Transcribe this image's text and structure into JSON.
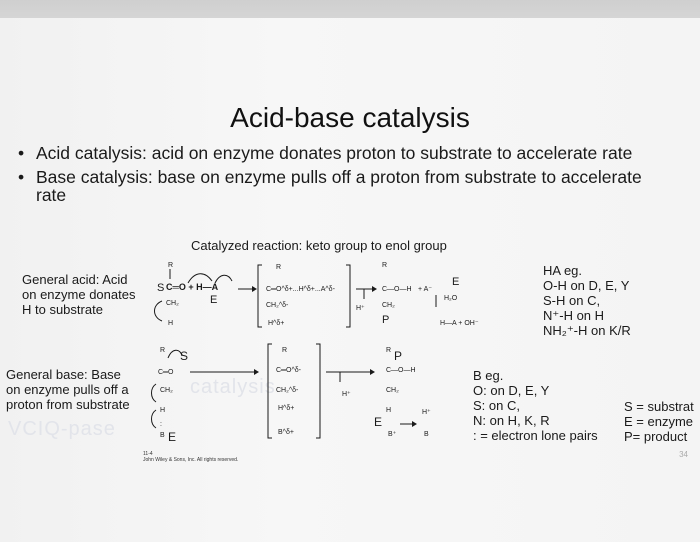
{
  "title": "Acid-base catalysis",
  "bullets": [
    {
      "symbol": "•",
      "text": "Acid catalysis: acid on enzyme donates proton to substrate to accelerate rate"
    },
    {
      "symbol": "•",
      "text": "Base catalysis: base on enzyme pulls off a proton from substrate to accelerate rate"
    }
  ],
  "subtitle": "Catalyzed reaction: keto group to enol group",
  "general_acid": [
    "General acid: Acid",
    "on enzyme donates",
    "H to substrate"
  ],
  "general_base": [
    "General base: Base",
    "on enzyme pulls off a",
    "proton from substrate"
  ],
  "ha_examples": [
    "HA eg.",
    "O-H on D, E, Y",
    "S-H on C,",
    "N⁺-H on H",
    "NH₂⁺-H on K/R"
  ],
  "b_examples": [
    "B eg.",
    "O: on D, E, Y",
    "S: on C,",
    "N: on H, K, R",
    ": = electron lone pairs"
  ],
  "legend": [
    "S = substrat",
    "E = enzyme",
    "P= product"
  ],
  "scheme_labels": {
    "acid_S": "S",
    "acid_E": "E",
    "acid_E2": "E",
    "acid_P": "P",
    "base_S": "S",
    "base_P": "P",
    "base_E": "E",
    "base_E2": "E",
    "h_plus": "H⁺",
    "h2o": "H₂O",
    "ha_oh": "H—A + OH⁻",
    "plus_a": "+ A⁻",
    "c_o_h": "C—O—H"
  },
  "copyright": [
    "11-4",
    "John Wiley & Sons, Inc. All rights reserved."
  ],
  "page_number": "34",
  "watermark": [
    "VCIQ-pase",
    "catalysis"
  ]
}
